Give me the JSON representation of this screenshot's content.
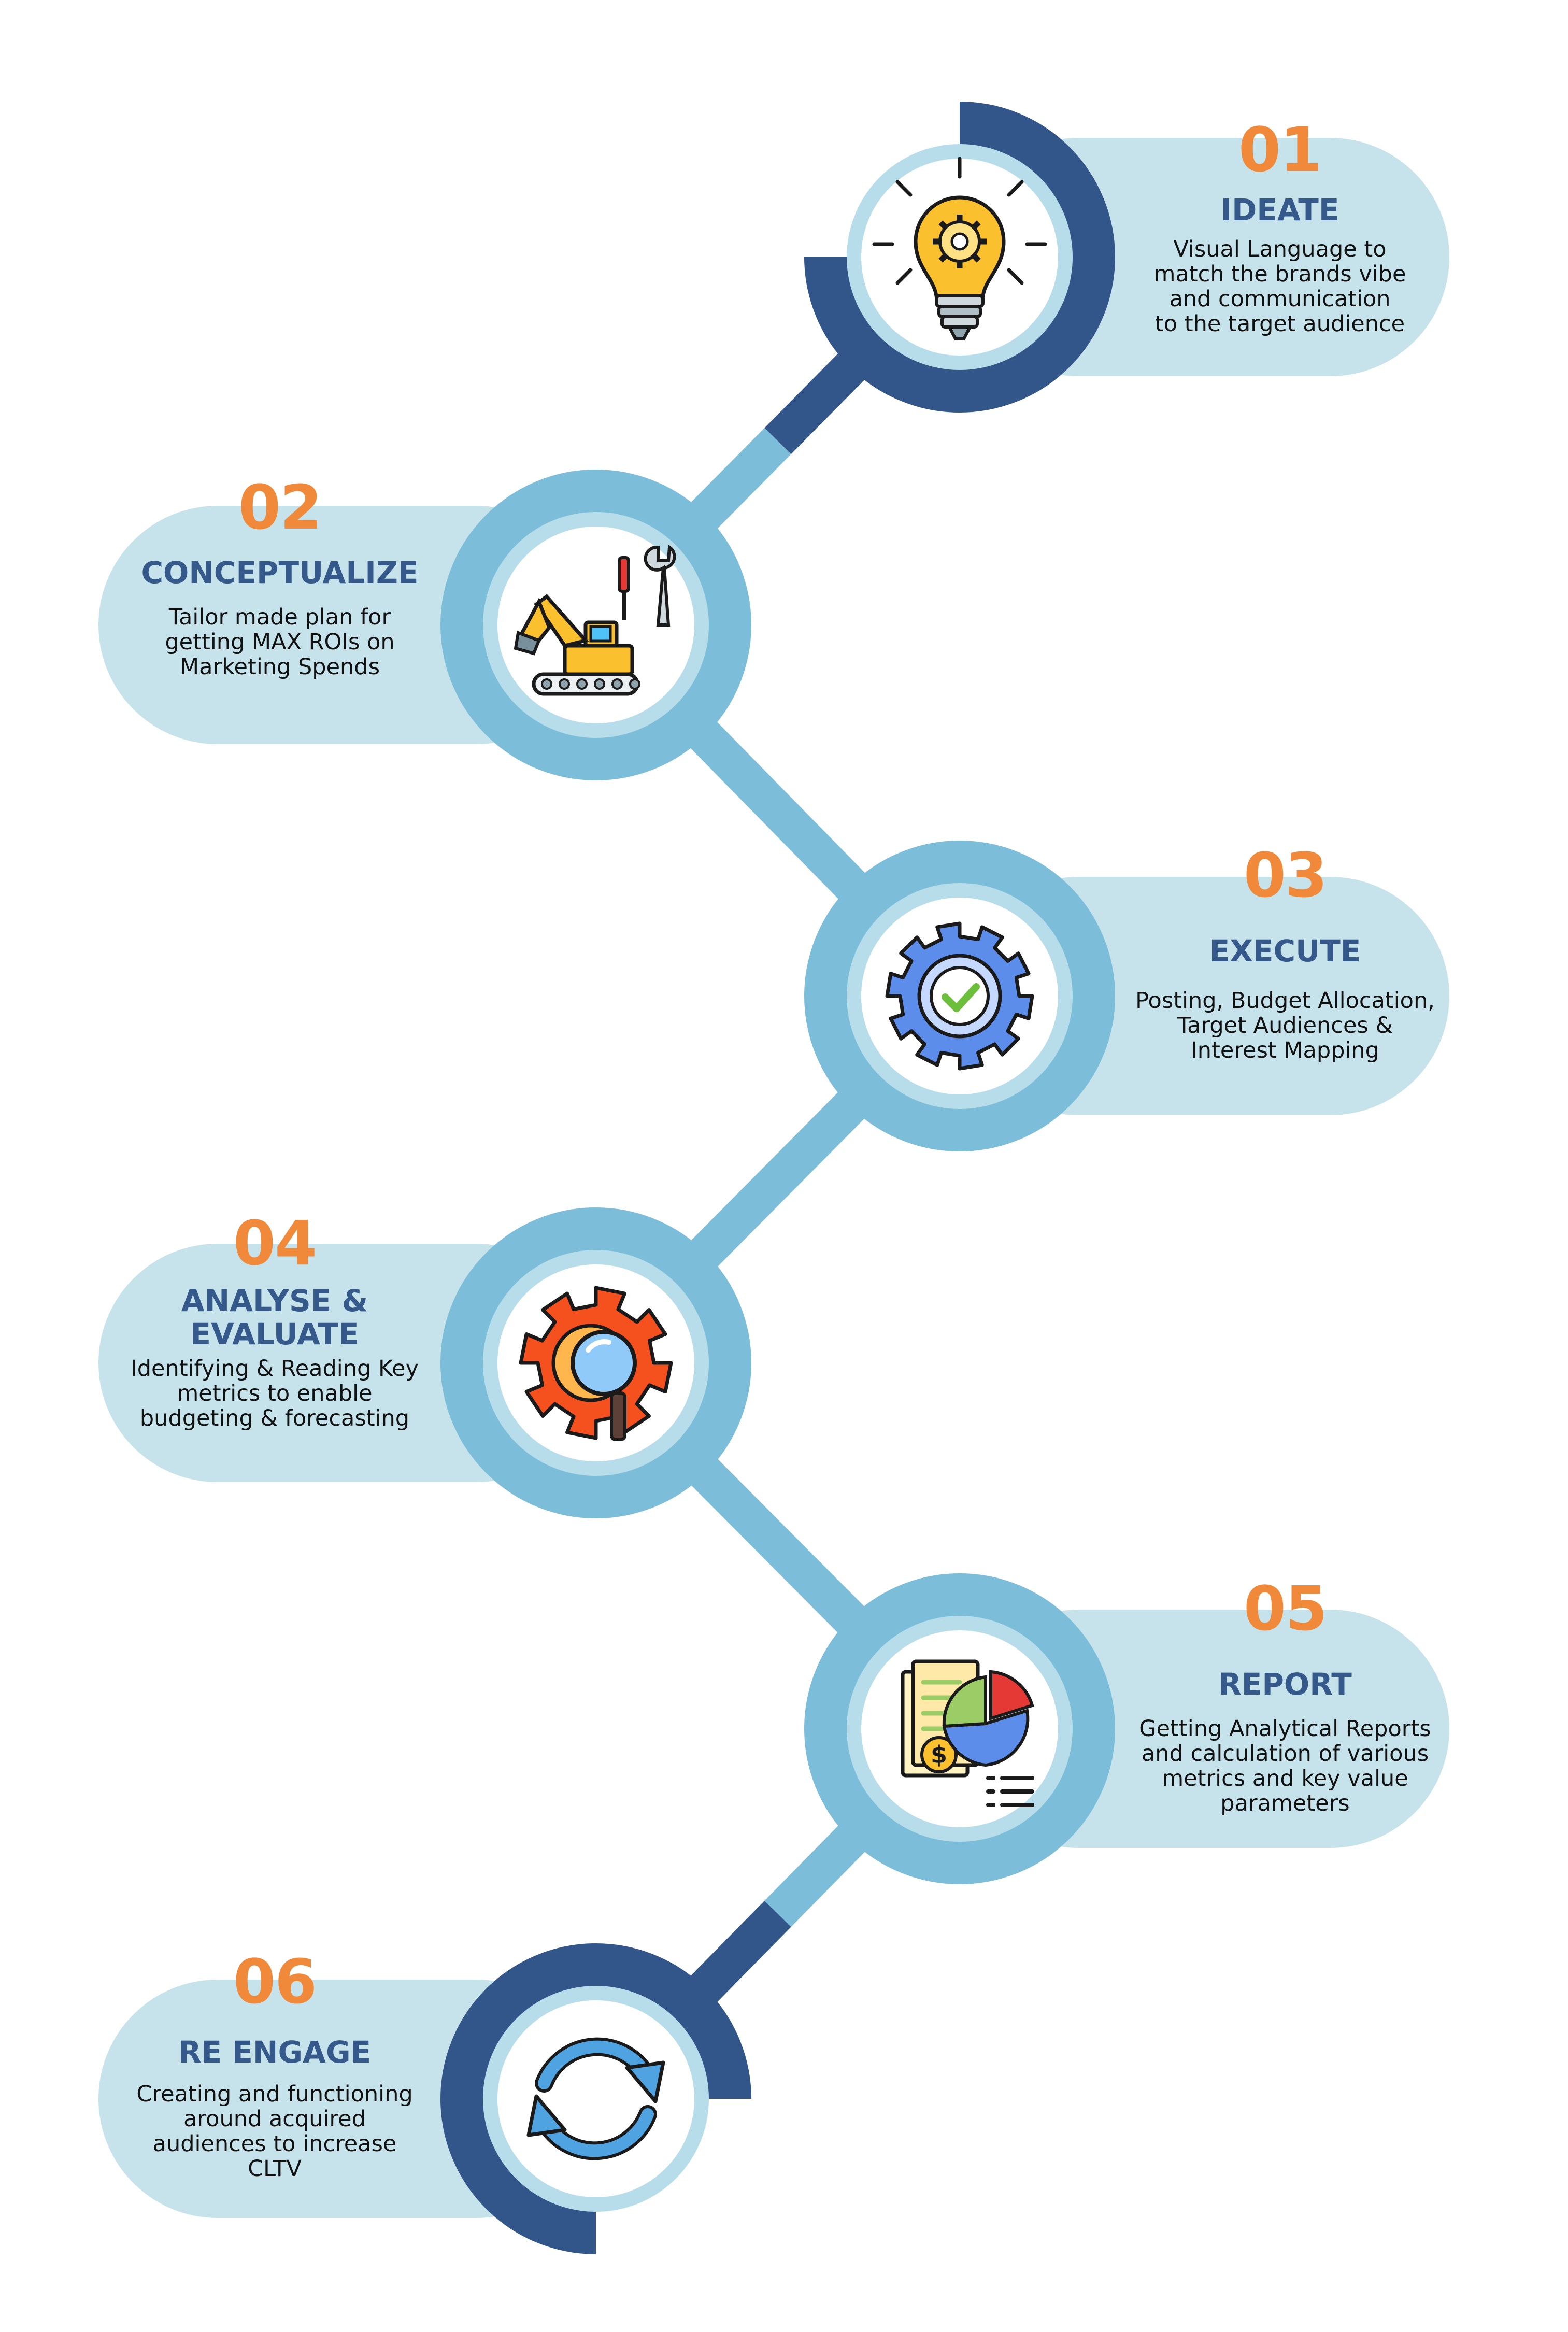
{
  "colors": {
    "pill": "#C6E3EC",
    "dark_blue": "#33568A",
    "mid_blue": "#7CBED9",
    "light_ring": "#B7DDEA",
    "number": "#F0893A",
    "title": "#34598A"
  },
  "steps": [
    {
      "number": "01",
      "title": [
        "IDEATE"
      ],
      "description": [
        "Visual Language to",
        "match the brands vibe",
        "and communication",
        "to the target audience"
      ],
      "icon": "lightbulb-gear-icon"
    },
    {
      "number": "02",
      "title": [
        "CONCEPTUALIZE"
      ],
      "description": [
        "Tailor made plan for",
        "getting MAX ROIs on",
        "Marketing Spends"
      ],
      "icon": "excavator-tools-icon"
    },
    {
      "number": "03",
      "title": [
        "EXECUTE"
      ],
      "description": [
        "Posting, Budget Allocation,",
        "Target Audiences &",
        "Interest Mapping"
      ],
      "icon": "gear-check-icon"
    },
    {
      "number": "04",
      "title": [
        "ANALYSE &",
        "EVALUATE"
      ],
      "description": [
        "Identifying & Reading Key",
        "metrics to enable",
        "budgeting & forecasting"
      ],
      "icon": "gear-magnifier-icon"
    },
    {
      "number": "05",
      "title": [
        "REPORT"
      ],
      "description": [
        "Getting Analytical Reports",
        "and calculation of various",
        "metrics and key value",
        "parameters"
      ],
      "icon": "report-chart-icon"
    },
    {
      "number": "06",
      "title": [
        "RE ENGAGE"
      ],
      "description": [
        "Creating and functioning",
        "around acquired",
        "audiences to increase",
        "CLTV"
      ],
      "icon": "cycle-arrows-icon"
    }
  ]
}
